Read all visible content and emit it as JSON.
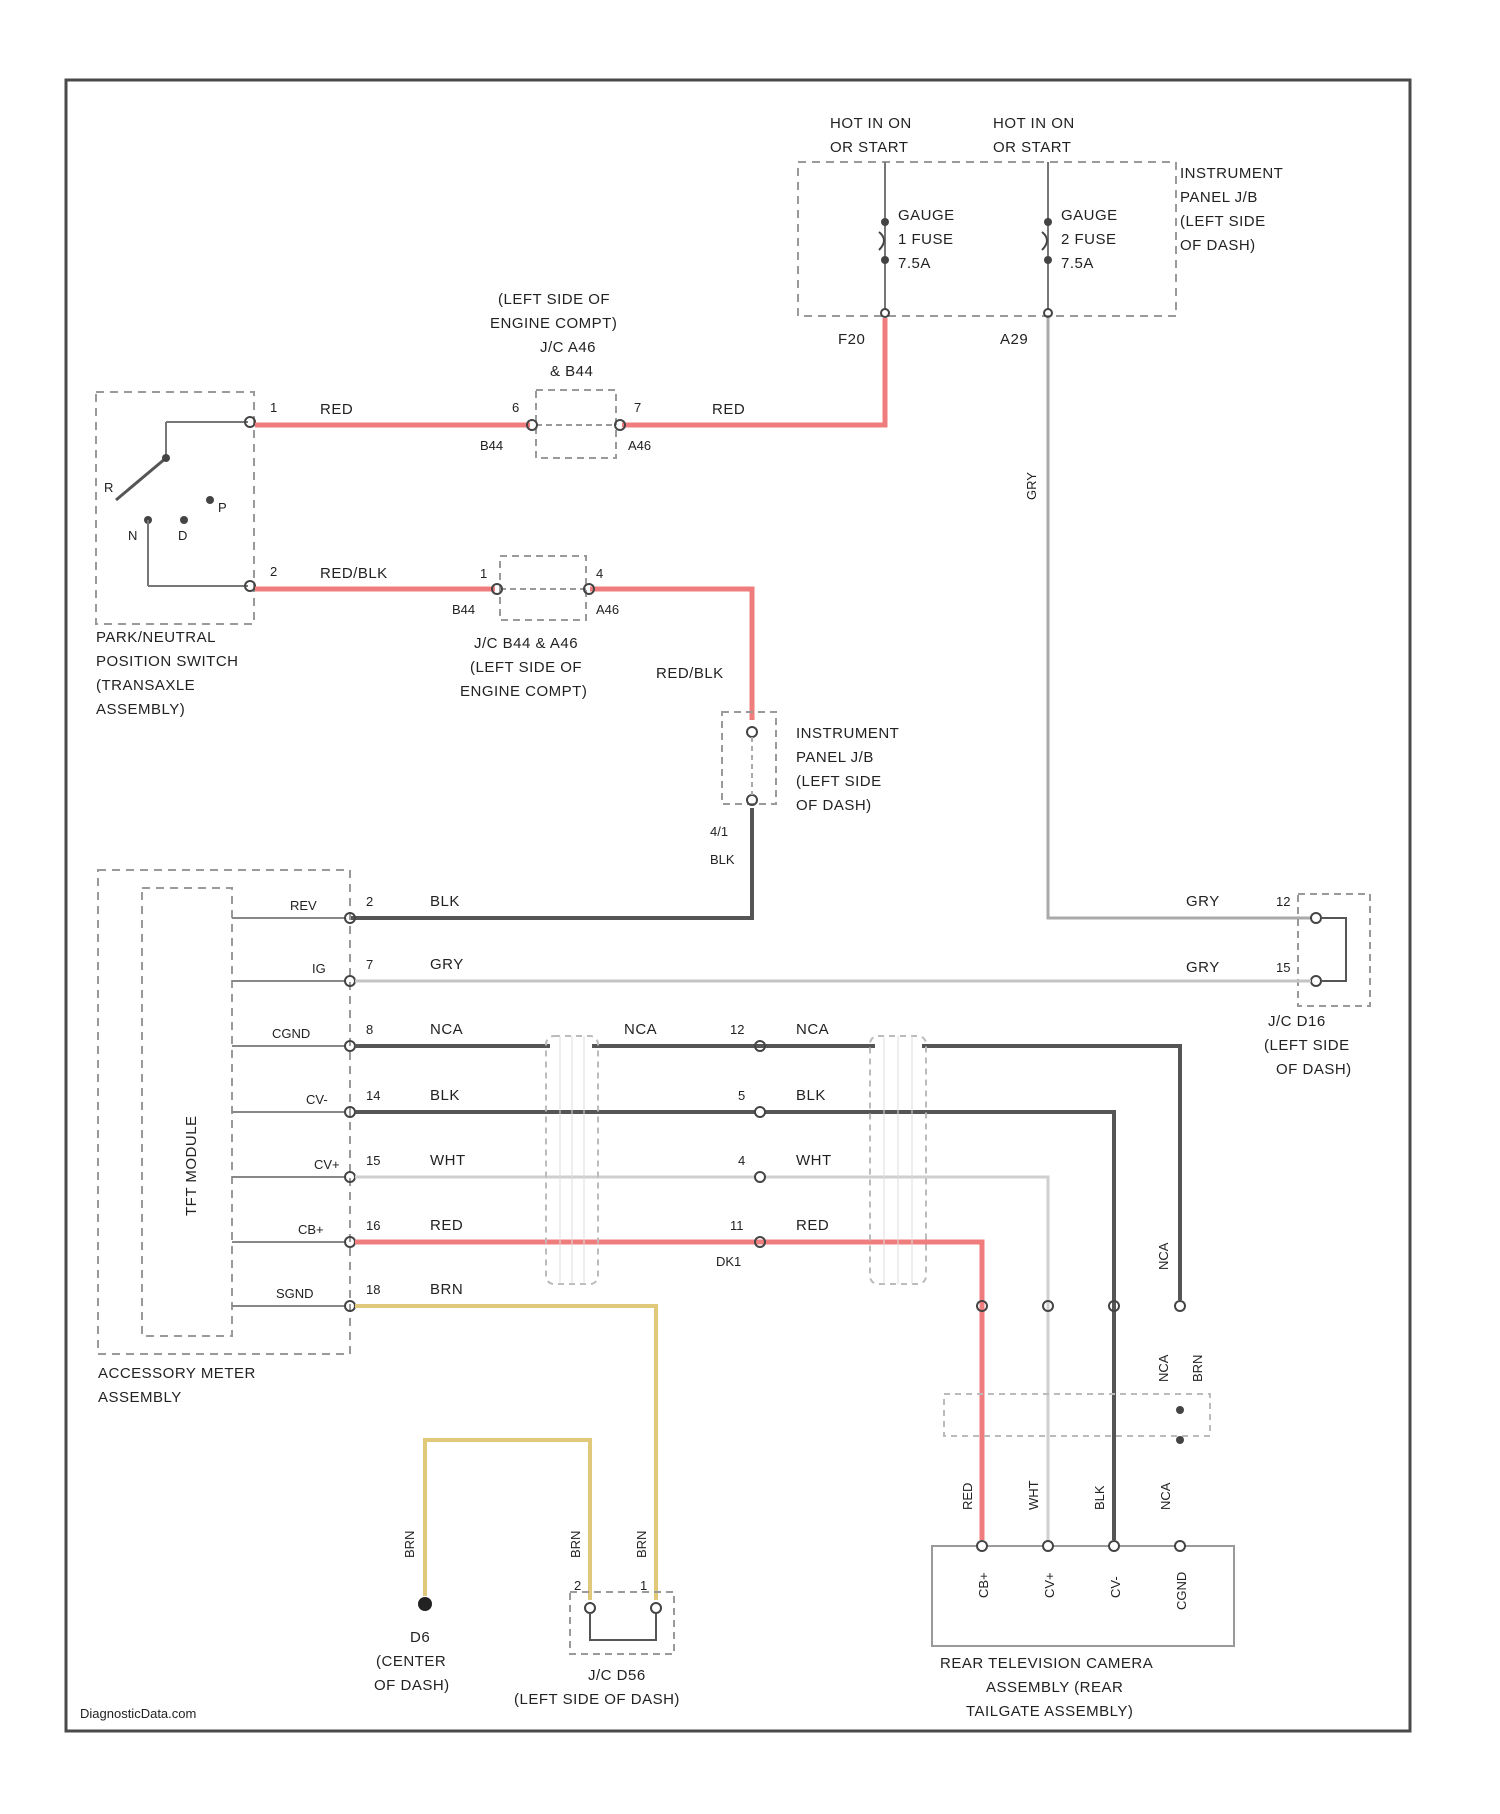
{
  "watermark": "DiagnosticData.com",
  "colors": {
    "red_wire": "#f07d7d",
    "gray_wire": "#9a9a9a",
    "dark_wire": "#555555",
    "white_wire": "#cfcfcf",
    "yellow_wire": "#e0c97a",
    "frame": "#4a4a4a",
    "dashed_box": "#9a9a9a"
  },
  "power": {
    "feed1": [
      "HOT IN ON",
      "OR START"
    ],
    "feed2": [
      "HOT IN ON",
      "OR START"
    ],
    "fuse1": [
      "GAUGE",
      "1 FUSE",
      "7.5A"
    ],
    "fuse2": [
      "GAUGE",
      "2 FUSE",
      "7.5A"
    ],
    "panel_label": [
      "INSTRUMENT",
      "PANEL J/B",
      "(LEFT SIDE",
      "OF DASH)"
    ],
    "pin_left": "F20",
    "pin_right": "A29"
  },
  "junction_top": {
    "label": [
      "(LEFT SIDE OF",
      "ENGINE COMPT)",
      "J/C A46",
      "& B44"
    ],
    "pin_left": "6",
    "pin_right": "7",
    "conn_left": "B44",
    "conn_right": "A46"
  },
  "junction_mid": {
    "label": [
      "J/C B44 & A46",
      "(LEFT SIDE OF",
      "ENGINE COMPT)"
    ],
    "pin_left": "1",
    "pin_right": "4",
    "conn_left": "B44",
    "conn_right": "A46"
  },
  "switch": {
    "label": [
      "PARK/NEUTRAL",
      "POSITION SWITCH",
      "(TRANSAXLE",
      "ASSEMBLY)"
    ],
    "pos": [
      "R",
      "N",
      "D",
      "P"
    ],
    "pin1": "1",
    "pin2": "2"
  },
  "wires": {
    "red": "RED",
    "red_blk": "RED/BLK",
    "gry": "GRY",
    "blk": "BLK",
    "nca": "NCA",
    "wht": "WHT",
    "brn": "BRN"
  },
  "ip_jb2": {
    "label": [
      "INSTRUMENT",
      "PANEL J/B",
      "(LEFT SIDE",
      "OF DASH)"
    ],
    "conn": "4/1"
  },
  "meter": {
    "label": [
      "ACCESSORY METER",
      "ASSEMBLY"
    ],
    "module": "TFT MODULE",
    "rows": [
      {
        "term": "REV",
        "pin": "2",
        "wire": "BLK"
      },
      {
        "term": "IG",
        "pin": "7",
        "wire": "GRY"
      },
      {
        "term": "CGND",
        "pin": "8",
        "wire": "NCA"
      },
      {
        "term": "CV-",
        "pin": "14",
        "wire": "BLK"
      },
      {
        "term": "CV+",
        "pin": "15",
        "wire": "WHT"
      },
      {
        "term": "CB+",
        "pin": "16",
        "wire": "RED"
      },
      {
        "term": "SGND",
        "pin": "18",
        "wire": "BRN"
      }
    ]
  },
  "mid_conn": {
    "label": "DK1",
    "pins": [
      "12",
      "5",
      "4",
      "11"
    ],
    "wires": [
      "NCA",
      "BLK",
      "WHT",
      "RED"
    ]
  },
  "jc_right": {
    "label": [
      "J/C D16",
      "(LEFT SIDE",
      "OF DASH)"
    ],
    "pin_a": "12",
    "pin_b": "15"
  },
  "ground": {
    "label": [
      "D6",
      "(CENTER",
      "OF DASH)"
    ]
  },
  "jc_bottom": {
    "label": [
      "J/C D56",
      "(LEFT SIDE OF DASH)"
    ],
    "pin_a": "2",
    "pin_b": "1"
  },
  "camera": {
    "label": [
      "REAR TELEVISION CAMERA",
      "ASSEMBLY (REAR",
      "TAILGATE ASSEMBLY)"
    ],
    "terms": [
      "CB+",
      "CV+",
      "CV-",
      "CGND"
    ],
    "wires": [
      "RED",
      "WHT",
      "BLK",
      "NCA"
    ],
    "side_labels": [
      "NCA",
      "NCA",
      "BRN"
    ]
  }
}
